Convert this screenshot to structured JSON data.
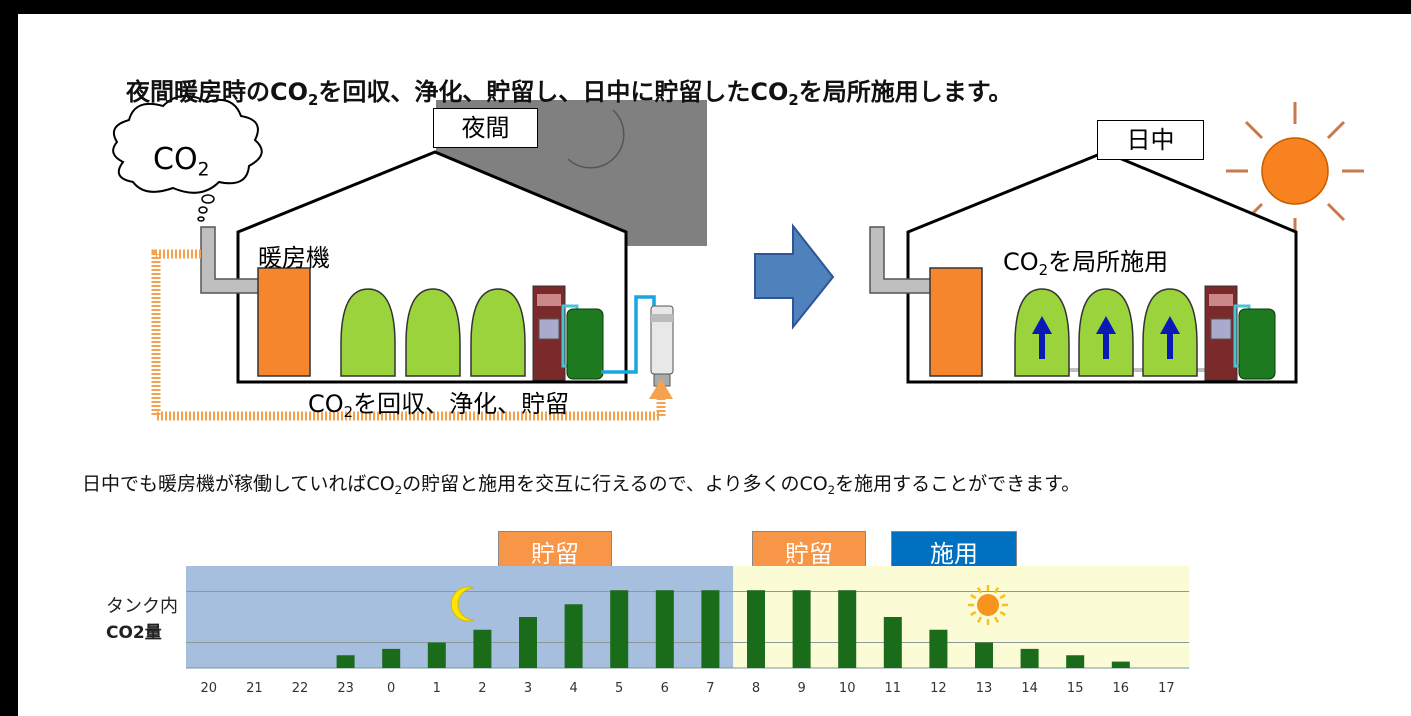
{
  "headline": {
    "part1": "夜間暖房時のCO",
    "sub1": "2",
    "part2": "を回収、浄化、貯留し、日中に貯留したCO",
    "sub2": "2",
    "part3": "を局所施用します。"
  },
  "night_scene": {
    "label": "夜間",
    "cloud_text": "CO",
    "cloud_sub": "2",
    "heater_label": "暖房機",
    "flow_text_a": "CO",
    "flow_sub": "2",
    "flow_text_b": "を回収、浄化、貯留"
  },
  "day_scene": {
    "label": "日中",
    "apply_text_a": "CO",
    "apply_sub": "2",
    "apply_text_b": "を局所施用"
  },
  "note": {
    "part1": "日中でも暖房機が稼働していればCO",
    "sub1": "2",
    "part2": "の貯留と施用を交互に行えるので、より多くのCO",
    "sub2": "2",
    "part3": "を施用することができます。"
  },
  "phase_tags": [
    {
      "label": "貯留",
      "color": "#f79646"
    },
    {
      "label": "貯留",
      "color": "#f79646"
    },
    {
      "label": "施用",
      "color": "#0070c0"
    }
  ],
  "colors": {
    "night_band": "#a7bfdf",
    "day_band": "#fbfbd6",
    "bar": "#1a6b1a",
    "arrow_fill": "#4f81bd",
    "heater": "#f5862e",
    "plant": "#9bd33c",
    "sun": "#f7821f",
    "moon": "#ffe500"
  },
  "icons": [
    "cloud-icon",
    "moon-icon",
    "sun-icon",
    "blue-arrow-icon"
  ],
  "chart_data": {
    "type": "bar",
    "ylabel_line1": "タンク内",
    "ylabel_line2": "CO2量",
    "categories": [
      "20",
      "21",
      "22",
      "23",
      "0",
      "1",
      "2",
      "3",
      "4",
      "5",
      "6",
      "7",
      "8",
      "9",
      "10",
      "11",
      "12",
      "13",
      "14",
      "15",
      "16",
      "17"
    ],
    "values": [
      0,
      0,
      0,
      1,
      1.5,
      2,
      3.0,
      4.0,
      5.0,
      6.1,
      6.1,
      6.1,
      6.1,
      6.1,
      6.1,
      4.0,
      3.0,
      2.0,
      1.5,
      1.0,
      0.5,
      0
    ],
    "ylim": [
      0,
      8
    ],
    "night_range": [
      "20",
      "7"
    ],
    "day_range": [
      "8",
      "17"
    ],
    "grid": true
  }
}
